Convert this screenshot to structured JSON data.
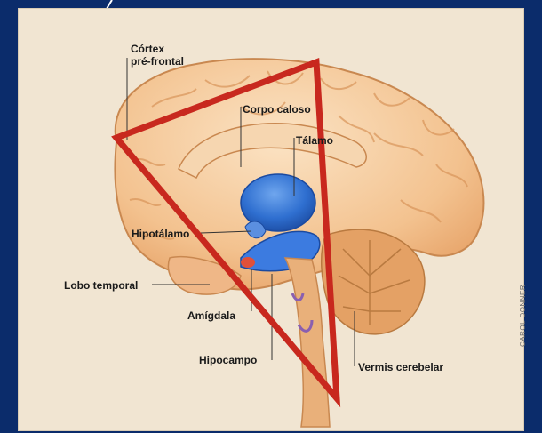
{
  "labels": {
    "cortex_line1": "Córtex",
    "cortex_line2": "pré-frontal",
    "corpo_caloso": "Corpo caloso",
    "talamo": "Tálamo",
    "hipotalamo": "Hipotálamo",
    "lobo_temporal": "Lobo temporal",
    "amigdala": "Amígdala",
    "hipocampo": "Hipocampo",
    "vermis": "Vermis cerebelar"
  },
  "credit": "CAROL DONNER",
  "colors": {
    "background": "#0b2c6b",
    "panel": "#f1e5d2",
    "brain": "#f4c79a",
    "limbic_blue": "#2f6fd0",
    "triangle": "#c8281e",
    "amygdala_red": "#e0503a"
  }
}
